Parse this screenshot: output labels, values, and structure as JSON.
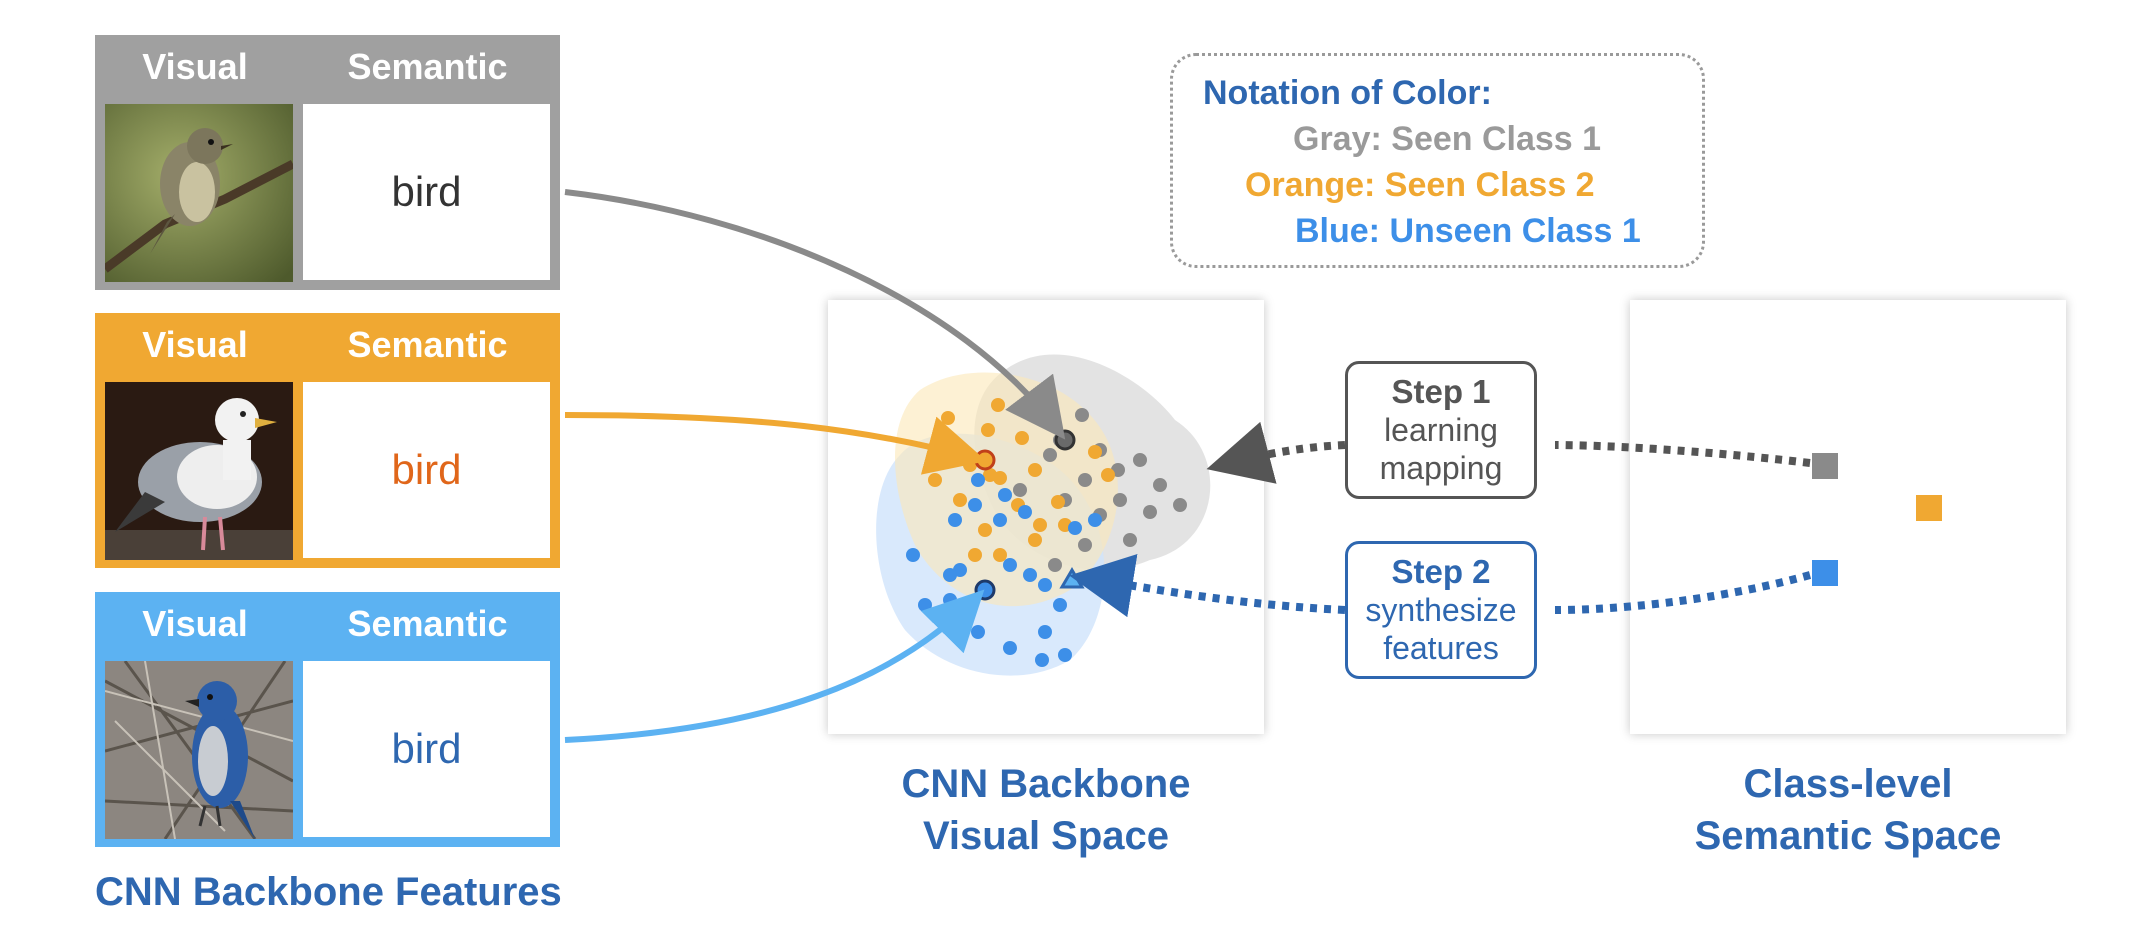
{
  "cards": [
    {
      "visual_label": "Visual",
      "semantic_label": "Semantic",
      "semantic_text": "bird",
      "color": "#a0a0a0",
      "text_color": "#333333"
    },
    {
      "visual_label": "Visual",
      "semantic_label": "Semantic",
      "semantic_text": "bird",
      "color": "#f0a832",
      "text_color": "#e0661a"
    },
    {
      "visual_label": "Visual",
      "semantic_label": "Semantic",
      "semantic_text": "bird",
      "color": "#5cb2f2",
      "text_color": "#2e67b0"
    }
  ],
  "features_caption": "CNN Backbone Features",
  "visual_space_caption": {
    "line1": "CNN Backbone",
    "line2": "Visual Space"
  },
  "semantic_space_caption": {
    "line1": "Class-level",
    "line2": "Semantic Space"
  },
  "legend": {
    "title": "Notation of Color:",
    "gray": "Gray: Seen Class 1",
    "orange": "Orange: Seen Class 2",
    "blue": "Blue: Unseen Class 1"
  },
  "step1": {
    "title": "Step 1",
    "line1": "learning",
    "line2": "mapping"
  },
  "step2": {
    "title": "Step 2",
    "line1": "synthesize",
    "line2": "features"
  },
  "colors": {
    "gray": "#8a8a8a",
    "orange": "#f0a832",
    "blue": "#3d8fe8",
    "navy": "#2e67b0",
    "dark_gray": "#555555"
  }
}
